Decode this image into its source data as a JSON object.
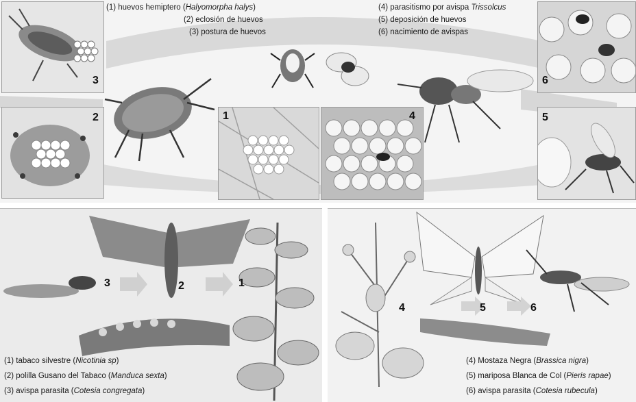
{
  "top": {
    "captions_left": [
      {
        "text": "(1) huevos hemiptero (",
        "italic": "Halyomorpha halys",
        "tail": ")"
      },
      {
        "text": "(2) eclosión de huevos",
        "italic": "",
        "tail": ""
      },
      {
        "text": "(3) postura de huevos",
        "italic": "",
        "tail": ""
      }
    ],
    "captions_right": [
      {
        "text": "(4) parasitismo por avispa ",
        "italic": "Trissolcus",
        "tail": ""
      },
      {
        "text": "(5) deposición de huevos",
        "italic": "",
        "tail": ""
      },
      {
        "text": "(6) nacimiento de avispas",
        "italic": "",
        "tail": ""
      }
    ],
    "panel_numbers": {
      "p3": "3",
      "p2": "2",
      "p1": "1",
      "p4": "4",
      "p6": "6",
      "p5": "5"
    }
  },
  "bottom_left": {
    "numbers": {
      "wasp": "3",
      "moth": "2",
      "plant": "1"
    },
    "captions": [
      {
        "text": "(1) tabaco silvestre (",
        "italic": "Nicotinia sp",
        "tail": ")"
      },
      {
        "text": "(2) polilla Gusano del Tabaco (",
        "italic": "Manduca sexta",
        "tail": ")"
      },
      {
        "text": "(3) avispa parasita (",
        "italic": "Cotesia congregata",
        "tail": ")"
      }
    ]
  },
  "bottom_right": {
    "numbers": {
      "plant": "4",
      "butterfly": "5",
      "wasp": "6"
    },
    "captions": [
      {
        "text": "(4) Mostaza Negra (",
        "italic": "Brassica nigra",
        "tail": ")"
      },
      {
        "text": "(5) mariposa Blanca de Col (",
        "italic": "Pieris rapae",
        "tail": ")"
      },
      {
        "text": "(6) avispa parasita (",
        "italic": "Cotesia rubecula",
        "tail": ")"
      }
    ]
  }
}
